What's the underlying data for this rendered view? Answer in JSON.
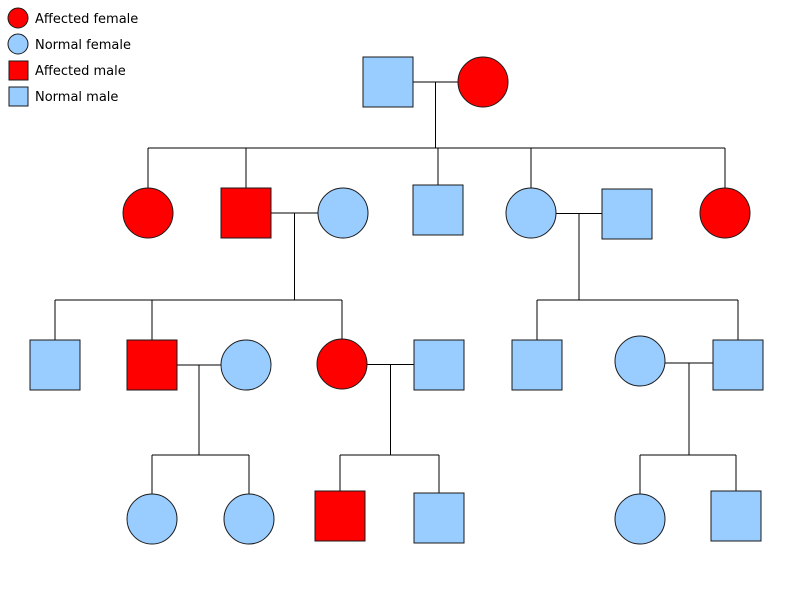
{
  "colors": {
    "affected": "#ff0000",
    "normal": "#99ccff",
    "stroke": "#1a1a1a",
    "line": "#000000"
  },
  "legend": [
    {
      "key": "affected-female",
      "shape": "circle",
      "status": "affected",
      "label": "Affected female"
    },
    {
      "key": "normal-female",
      "shape": "circle",
      "status": "normal",
      "label": "Normal female"
    },
    {
      "key": "affected-male",
      "shape": "square",
      "status": "affected",
      "label": "Affected male"
    },
    {
      "key": "normal-male",
      "shape": "square",
      "status": "normal",
      "label": "Normal male"
    }
  ],
  "pedigree": {
    "individuals": [
      {
        "id": "g1-father",
        "generation": 1,
        "sex": "male",
        "status": "normal"
      },
      {
        "id": "g1-mother",
        "generation": 1,
        "sex": "female",
        "status": "affected"
      },
      {
        "id": "g2-daughter-1",
        "generation": 2,
        "sex": "female",
        "status": "affected"
      },
      {
        "id": "g2-son-1",
        "generation": 2,
        "sex": "male",
        "status": "affected"
      },
      {
        "id": "g2-son-1-wife",
        "generation": 2,
        "sex": "female",
        "status": "normal"
      },
      {
        "id": "g2-son-2",
        "generation": 2,
        "sex": "male",
        "status": "normal"
      },
      {
        "id": "g2-daughter-2",
        "generation": 2,
        "sex": "female",
        "status": "normal"
      },
      {
        "id": "g2-daughter-2-husband",
        "generation": 2,
        "sex": "male",
        "status": "normal"
      },
      {
        "id": "g2-daughter-3",
        "generation": 2,
        "sex": "female",
        "status": "affected"
      },
      {
        "id": "g3-son-1",
        "generation": 3,
        "sex": "male",
        "status": "normal"
      },
      {
        "id": "g3-son-2",
        "generation": 3,
        "sex": "male",
        "status": "affected"
      },
      {
        "id": "g3-son-2-wife",
        "generation": 3,
        "sex": "female",
        "status": "normal"
      },
      {
        "id": "g3-daughter-1",
        "generation": 3,
        "sex": "female",
        "status": "affected"
      },
      {
        "id": "g3-daughter-1-husband",
        "generation": 3,
        "sex": "male",
        "status": "normal"
      },
      {
        "id": "g3-son-3",
        "generation": 3,
        "sex": "male",
        "status": "normal"
      },
      {
        "id": "g3-son-4-wife",
        "generation": 3,
        "sex": "female",
        "status": "normal"
      },
      {
        "id": "g3-son-4",
        "generation": 3,
        "sex": "male",
        "status": "normal"
      },
      {
        "id": "g4-daughter-1",
        "generation": 4,
        "sex": "female",
        "status": "normal"
      },
      {
        "id": "g4-daughter-2",
        "generation": 4,
        "sex": "female",
        "status": "normal"
      },
      {
        "id": "g4-son-1",
        "generation": 4,
        "sex": "male",
        "status": "affected"
      },
      {
        "id": "g4-son-2",
        "generation": 4,
        "sex": "male",
        "status": "normal"
      },
      {
        "id": "g4-daughter-3",
        "generation": 4,
        "sex": "female",
        "status": "normal"
      },
      {
        "id": "g4-son-3",
        "generation": 4,
        "sex": "male",
        "status": "normal"
      }
    ],
    "couples": [
      {
        "id": "c1",
        "partners": [
          "g1-father",
          "g1-mother"
        ],
        "children": [
          "g2-daughter-1",
          "g2-son-1",
          "g2-son-2",
          "g2-daughter-2",
          "g2-daughter-3"
        ]
      },
      {
        "id": "c2",
        "partners": [
          "g2-son-1",
          "g2-son-1-wife"
        ],
        "children": [
          "g3-son-1",
          "g3-son-2",
          "g3-daughter-1"
        ]
      },
      {
        "id": "c3",
        "partners": [
          "g2-daughter-2",
          "g2-daughter-2-husband"
        ],
        "children": [
          "g3-son-3",
          "g3-son-4"
        ]
      },
      {
        "id": "c4",
        "partners": [
          "g3-son-2",
          "g3-son-2-wife"
        ],
        "children": [
          "g4-daughter-1",
          "g4-daughter-2"
        ]
      },
      {
        "id": "c5",
        "partners": [
          "g3-daughter-1",
          "g3-daughter-1-husband"
        ],
        "children": [
          "g4-son-1",
          "g4-son-2"
        ]
      },
      {
        "id": "c6",
        "partners": [
          "g3-son-4-wife",
          "g3-son-4"
        ],
        "children": [
          "g4-daughter-3",
          "g4-son-3"
        ]
      }
    ]
  }
}
